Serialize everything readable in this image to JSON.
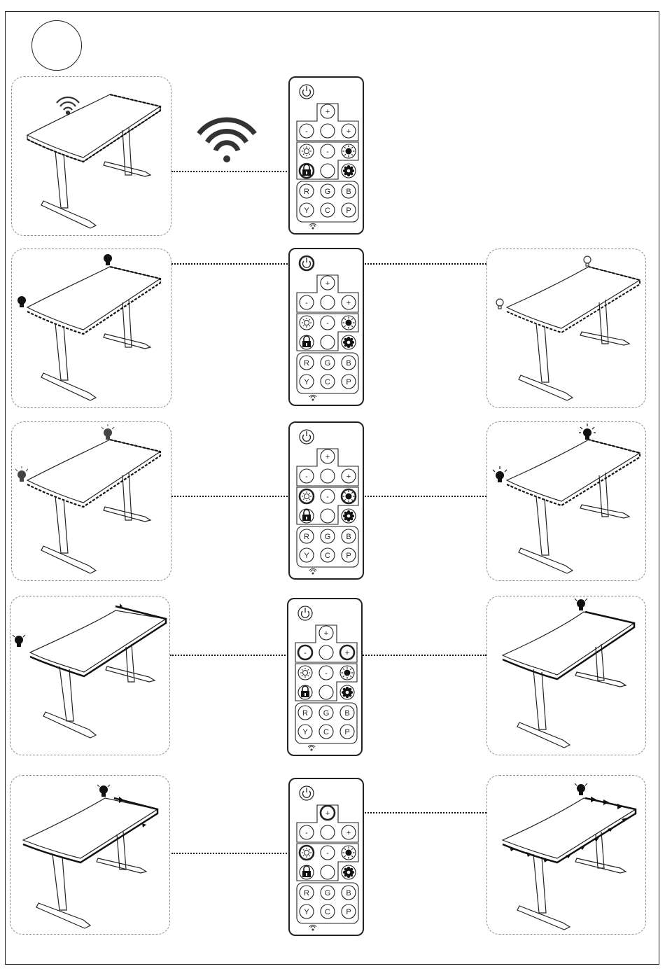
{
  "step": {
    "number": ""
  },
  "remote_labels": {
    "plus": "+",
    "minus": "-",
    "red": "R",
    "green": "G",
    "blue": "B",
    "yellow": "Y",
    "cyan": "C",
    "purple": "P"
  },
  "icons": {
    "wifi": "wifi-icon",
    "bulb_on": "bulb-on-icon",
    "bulb_off": "bulb-off-icon",
    "bulb_dim": "bulb-dim-icon",
    "power": "power-icon",
    "sun_low": "brightness-down-icon",
    "sun_high": "brightness-up-icon",
    "lock": "lock-icon",
    "gear": "gear-icon"
  },
  "rows": [
    {
      "id": "pairing",
      "highlight": [
        "lock"
      ]
    },
    {
      "id": "power",
      "highlight": [
        "power"
      ]
    },
    {
      "id": "brightness",
      "highlight": [
        "sun_low",
        "sun_high"
      ]
    },
    {
      "id": "direction",
      "highlight": [
        "left",
        "right"
      ]
    },
    {
      "id": "speed",
      "highlight": [
        "up",
        "sun_low"
      ]
    }
  ]
}
